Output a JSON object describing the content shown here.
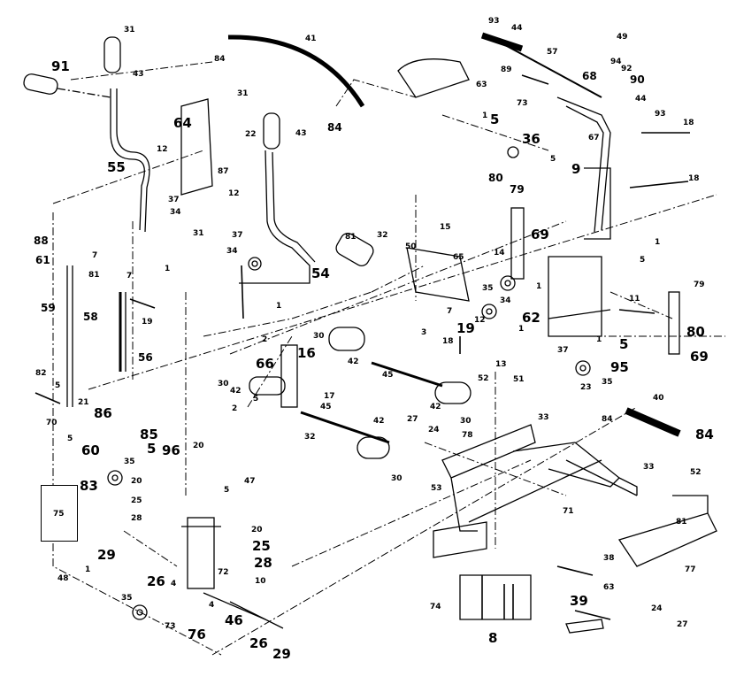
{
  "colors": {
    "ink": "#000000",
    "paper": "#ffffff"
  },
  "labels": {
    "p31a": "31",
    "p43a": "43",
    "p91": "91",
    "p84a": "84",
    "p41": "41",
    "p84b": "84",
    "p31b": "31",
    "p64": "64",
    "p22": "22",
    "p43b": "43",
    "p87": "87",
    "p12a": "12",
    "p55": "55",
    "p37a": "37",
    "p34a": "34",
    "p12b": "12",
    "p37b": "37",
    "p34b": "34",
    "p31c": "31",
    "p81a": "81",
    "p54": "54",
    "p88": "88",
    "p61": "61",
    "p7a": "7",
    "p81b": "81",
    "p7b": "7",
    "p59": "59",
    "p58": "58",
    "p19a": "19",
    "p56": "56",
    "p1a": "1",
    "p1b": "1",
    "p93a": "93",
    "p44a": "44",
    "p57": "57",
    "p49": "49",
    "p94": "94",
    "p92": "92",
    "p90": "90",
    "p68": "68",
    "p89": "89",
    "p63": "63",
    "p44b": "44",
    "p93b": "93",
    "p73a": "73",
    "p1c": "1",
    "p5a": "5",
    "p36": "36",
    "p67": "67",
    "p18a": "18",
    "p5b": "5",
    "p9": "9",
    "p80a": "80",
    "p79a": "79",
    "p18b": "18",
    "p15": "15",
    "p69a": "69",
    "p50": "50",
    "p32a": "32",
    "p65": "65",
    "p14": "14",
    "p1d": "1",
    "p5c": "5",
    "p35a": "35",
    "p1e": "1",
    "p34c": "34",
    "p62": "62",
    "p12c": "12",
    "p7c": "7",
    "p19b": "19",
    "p3": "3",
    "p18c": "18",
    "p13": "13",
    "p1f": "1",
    "p11": "11",
    "p79b": "79",
    "p80b": "80",
    "p69b": "69",
    "p5d": "5",
    "p1g": "1",
    "p37c": "37",
    "p95": "95",
    "p23": "23",
    "p35b": "35",
    "p2a": "2",
    "p30a": "30",
    "p16": "16",
    "p66": "66",
    "p42a": "42",
    "p30b": "30",
    "p42b": "42",
    "p17": "17",
    "p2b": "2",
    "p5e": "5",
    "p45a": "45",
    "p45b": "45",
    "p42c": "42",
    "p30c": "30",
    "p32b": "32",
    "p52a": "52",
    "p51": "51",
    "p33a": "33",
    "p84c": "84",
    "p40": "40",
    "p84d": "84",
    "p27a": "27",
    "p24a": "24",
    "p78": "78",
    "p42d": "42",
    "p30d": "30",
    "p53": "53",
    "p33b": "33",
    "p52b": "52",
    "p82": "82",
    "p5f": "5",
    "p21": "21",
    "p86": "86",
    "p70": "70",
    "p5g": "5",
    "p60": "60",
    "p85": "85",
    "p96": "96",
    "p5h": "5",
    "p83": "83",
    "p35c": "35",
    "p20a": "20",
    "p20b": "20",
    "p47": "47",
    "p5i": "5",
    "p25a": "25",
    "p28a": "28",
    "p20c": "20",
    "p25b": "25",
    "p28b": "28",
    "p29a": "29",
    "p75": "75",
    "p1h": "1",
    "p26a": "26",
    "p72": "72",
    "p48": "48",
    "p35d": "35",
    "p73b": "73",
    "p76": "76",
    "p10": "10",
    "p46": "46",
    "p26b": "26",
    "p29b": "29",
    "p4a": "4",
    "p4b": "4",
    "p71": "71",
    "p81c": "81",
    "p77": "77",
    "p38": "38",
    "p63b": "63",
    "p24b": "24",
    "p27b": "27",
    "p39": "39",
    "p74": "74",
    "p8": "8"
  }
}
